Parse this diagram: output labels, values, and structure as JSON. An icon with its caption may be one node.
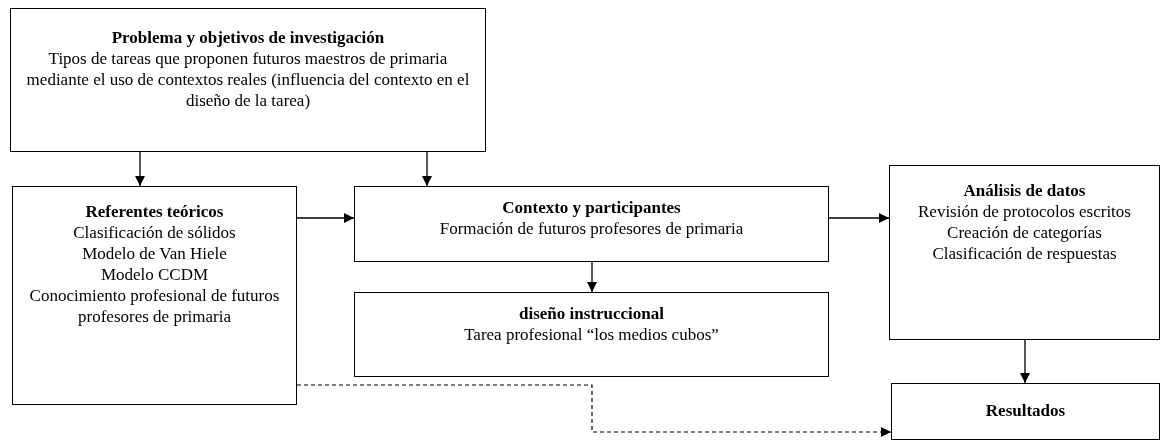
{
  "diagram": {
    "nodes": [
      {
        "text": [
          "Problema y objetivos de investigación",
          "Tipos de tareas que proponen futuros maestros de primaria mediante el uso de contextos reales (influencia del contexto en el diseño de la tarea)"
        ]
      },
      {
        "text": [
          "Referentes teóricos",
          "Clasificación de sólidos",
          "Modelo de Van Hiele",
          "Modelo CCDM",
          "Conocimiento profesional de futuros profesores de primaria"
        ]
      },
      {
        "text": [
          "Contexto y participantes",
          "Formación de futuros profesores de primaria"
        ]
      },
      {
        "text": [
          "diseño instruccional",
          "Tarea profesional “los medios cubos”"
        ]
      },
      {
        "text": [
          "Análisis de datos",
          "Revisión de protocolos escritos",
          "Creación de categorías",
          "Clasificación de respuestas"
        ]
      },
      {
        "text": [
          "Resultados"
        ]
      }
    ],
    "edges": [
      {
        "from": 0,
        "to": 1,
        "arrow": "to"
      },
      {
        "from": 0,
        "to": 2,
        "arrow": "to"
      },
      {
        "from": 1,
        "to": 2,
        "arrow": "to"
      },
      {
        "from": 2,
        "to": 4,
        "arrow": "to"
      },
      {
        "from": 2,
        "to": 3,
        "arrow": "to"
      },
      {
        "from": 4,
        "to": 5,
        "arrow": "to"
      },
      {
        "from": 1,
        "to": 5,
        "arrow": "to",
        "style": "dashed"
      }
    ]
  }
}
